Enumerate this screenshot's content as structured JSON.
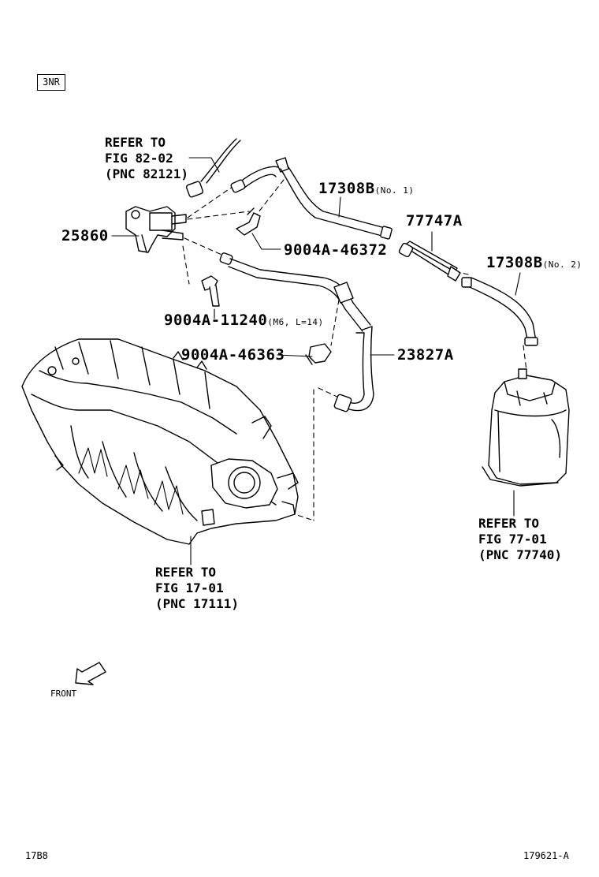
{
  "engine_code": "3NR",
  "parts": [
    {
      "id": "p1",
      "number": "25860",
      "note": ""
    },
    {
      "id": "p2",
      "number": "17308B",
      "note": "(No. 1)"
    },
    {
      "id": "p3",
      "number": "77747A",
      "note": ""
    },
    {
      "id": "p4",
      "number": "9004A-46372",
      "note": ""
    },
    {
      "id": "p5",
      "number": "17308B",
      "note": "(No. 2)"
    },
    {
      "id": "p6",
      "number": "9004A-11240",
      "note": "(M6, L=14)"
    },
    {
      "id": "p7",
      "number": "9004A-46363",
      "note": ""
    },
    {
      "id": "p8",
      "number": "23827A",
      "note": ""
    }
  ],
  "references": [
    {
      "id": "r1",
      "text": "REFER TO\nFIG 82-02\n(PNC 82121)"
    },
    {
      "id": "r2",
      "text": "REFER TO\nFIG 17-01\n(PNC 17111)"
    },
    {
      "id": "r3",
      "text": "REFER TO\nFIG 77-01\n(PNC 77740)"
    }
  ],
  "direction_label": "FRONT",
  "footer": {
    "left": "17B8",
    "right": "179621-A"
  }
}
